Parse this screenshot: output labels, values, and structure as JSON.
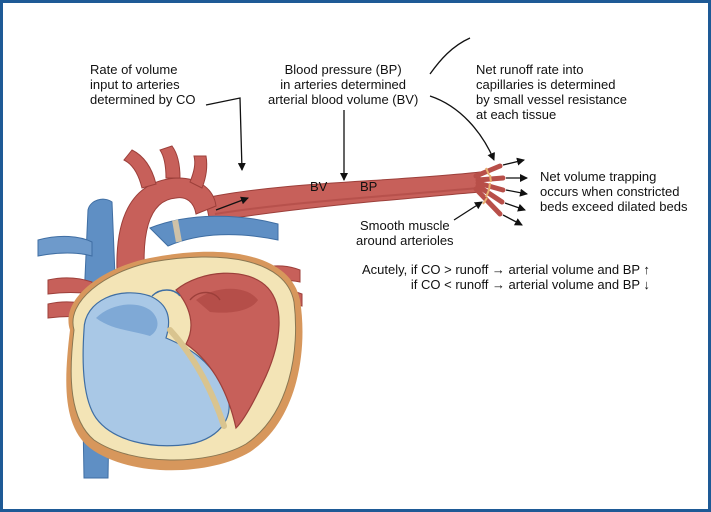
{
  "figure": {
    "border_color": "#1e5a96",
    "palette": {
      "artery": "#c7605a",
      "artery_dark": "#a8423d",
      "vein": "#5f8fc4",
      "vein_light": "#a9c8e6",
      "myocardium": "#f3e4b6",
      "fat": "#d7975c"
    }
  },
  "labels": {
    "input_rate": [
      "Rate of volume",
      "input to arteries",
      "determined by CO"
    ],
    "blood_pressure": [
      "Blood pressure (BP)",
      "in arteries determined",
      "arterial blood volume (BV)"
    ],
    "runoff_rate": [
      "Net runoff rate into",
      "capillaries is determined",
      "by small vessel resistance",
      "at each tissue"
    ],
    "volume_trapping": [
      "Net volume trapping",
      "occurs when constricted",
      "beds exceed dilated beds"
    ],
    "smooth_muscle": [
      "Smooth muscle",
      "around arterioles"
    ],
    "bv_tag": "BV",
    "bp_tag": "BP",
    "acute_rules": [
      "Acutely, if CO > runoff → arterial volume and BP ↑",
      "if CO < runoff → arterial volume and BP ↓"
    ]
  }
}
